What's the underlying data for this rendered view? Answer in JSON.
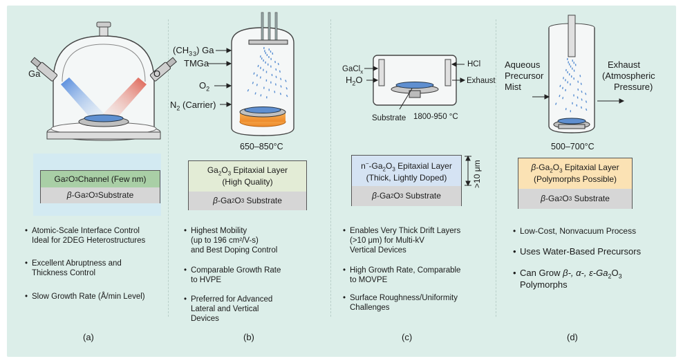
{
  "panels": {
    "a": {
      "label": "(a)",
      "left_source": "Ga",
      "right_source": "O",
      "top_layer_prefix": "Ga",
      "top_layer_suffix": "O",
      "top_layer_rest": " Channel (Few nm)",
      "bottom_layer_beta": "β",
      "bottom_layer_rest": "-Ga",
      "bottom_layer_o": "O",
      "bottom_layer_tail": " Substrate",
      "bullets": [
        "Atomic-Scale Interface Control",
        "Ideal for 2DEG Heterostructures",
        "Excellent Abruptness and",
        "Thickness Control",
        "Slow Growth Rate (Å/min Level)"
      ],
      "colors": {
        "top_layer": "#a9cfa6",
        "bottom_layer": "#d6d6d6"
      }
    },
    "b": {
      "label": "(b)",
      "inlet1": "(CH",
      "inlet1_end": ") Ga",
      "inlet2": "TMGa",
      "inlet3": "O",
      "inlet4": "N",
      "inlet4_end": " (Carrier)",
      "temperature": "650–850°C",
      "top_layer_line1_a": "Ga",
      "top_layer_line1_b": "O",
      "top_layer_line1_c": " Epitaxial Layer",
      "top_layer_line2": "(High Quality)",
      "bottom_layer": "Substrate",
      "bullets": [
        "Highest Mobility",
        "(up to 196 cm²/V-s)",
        "and Best Doping Control",
        "Comparable Growth Rate",
        "to HVPE",
        "Preferred for Advanced",
        "Lateral and Vertical",
        "Devices"
      ],
      "colors": {
        "top_layer": "#e3ecd6",
        "bottom_layer": "#d6d6d6",
        "heater": "#f2a94e"
      }
    },
    "c": {
      "label": "(c)",
      "gas1": "GaCl",
      "gas1_sub": "x",
      "gas2": "H",
      "gas2_end": "O",
      "gas3": "HCl",
      "gas4": "Exhaust",
      "substrate_label": "Substrate",
      "temperature": "1800-950 °C",
      "top_layer_line1_a": "n",
      "top_layer_line1_sup": "−",
      "top_layer_line1_b": "-Ga",
      "top_layer_line1_c": "O",
      "top_layer_line1_d": " Epitaxial Layer",
      "top_layer_line2": "(Thick, Lightly Doped)",
      "bottom_layer": "Substrate",
      "thickness": ">10 μm",
      "bullets": [
        "Enables Very Thick Drift Layers",
        "(>10 μm) for Multi-kV",
        "Vertical Devices",
        "High Growth Rate, Comparable",
        "to MOVPE",
        "Surface Roughness/Uniformity",
        "Challenges"
      ],
      "colors": {
        "top_layer": "#d5e3f3",
        "bottom_layer": "#d6d6d6"
      }
    },
    "d": {
      "label": "(d)",
      "inlet_line1": "Aqueous",
      "inlet_line2": "Precursor",
      "inlet_line3": "Mist",
      "exhaust_line1": "Exhaust",
      "exhaust_line2": "(Atmospheric",
      "exhaust_line3": "Pressure)",
      "temperature": "500–700°C",
      "top_layer_line1_b": " Epitaxial Layer",
      "top_layer_line2": "(Polymorphs Possible)",
      "bottom_layer": "Substrate",
      "bullets": [
        "Low-Cost, Nonvacuum Process",
        "Uses Water-Based Precursors",
        "Can Grow ",
        "Polymorphs"
      ],
      "colors": {
        "top_layer": "#fbe2b4",
        "bottom_layer": "#d6d6d6"
      }
    }
  },
  "common": {
    "beta": "β",
    "ga": "Ga",
    "o": "O",
    "two": "2",
    "three": "3",
    "greek_list": "β-, α-, ε-Ga"
  }
}
